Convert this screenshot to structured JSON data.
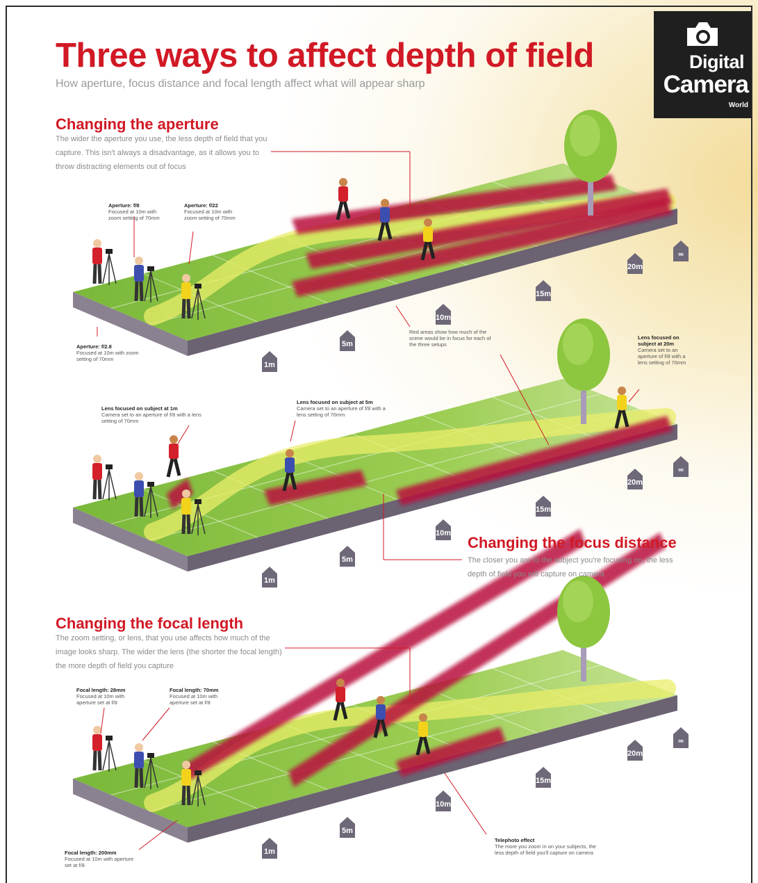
{
  "header": {
    "title": "Three ways to affect depth of field",
    "subtitle": "How aperture, focus distance and focal length affect what will appear sharp"
  },
  "logo": {
    "line1": "Digital",
    "line2": "Camera",
    "line3": "World"
  },
  "colors": {
    "title_red": "#d11925",
    "focus_red": "#b8123c",
    "grass": "#8dc63f",
    "path_yellow": "#e9ee6a",
    "base_purple": "#6b6272"
  },
  "distance_markers": [
    "1m",
    "5m",
    "10m",
    "15m",
    "20m",
    "∞"
  ],
  "sections": [
    {
      "heading": "Changing the aperture",
      "description": "The wider the aperture you use, the less depth of field that you capture. This isn't always a disadvantage, as it allows you to throw distracting elements out of focus",
      "notes": [
        {
          "title": "Aperture: f/8",
          "text": "Focused at 10m with zoom setting of 70mm"
        },
        {
          "title": "Aperture: f/22",
          "text": "Focused at 10m with zoom setting of 70mm"
        },
        {
          "title": "Aperture: f/2.8",
          "text": "Focused at 10m with zoom setting of 70mm"
        },
        {
          "title": "",
          "text": "Red areas show how much of the scene would be in focus for each of the three setups"
        }
      ]
    },
    {
      "heading": "Changing the focus distance",
      "description": "The closer you are to the subject you're focusing on, the less depth of field you will capture on camera",
      "notes": [
        {
          "title": "Lens focused on subject at 1m",
          "text": "Camera set to an aperture of f/8 with a lens setting of 70mm"
        },
        {
          "title": "Lens focused on subject at 5m",
          "text": "Camera set to an aperture of f/8 with a lens setting of 70mm"
        },
        {
          "title": "Lens focused on subject at 20m",
          "text": "Camera set to an aperture of f/8 with a lens setting of 70mm"
        }
      ]
    },
    {
      "heading": "Changing the focal length",
      "description": "The zoom setting, or lens, that you use affects how much of the image looks sharp. The wider the lens (the shorter the focal length) the more depth of field you capture",
      "notes": [
        {
          "title": "Focal length: 28mm",
          "text": "Focused at 10m with aperture set at f/8"
        },
        {
          "title": "Focal length: 70mm",
          "text": "Focused at 10m with aperture set at f/8"
        },
        {
          "title": "Focal length: 200mm",
          "text": "Focused at 10m with aperture set at f/8"
        },
        {
          "title": "Telephoto effect",
          "text": "The more you zoom in on your subjects, the less depth of field you'll capture on camera"
        }
      ]
    }
  ]
}
